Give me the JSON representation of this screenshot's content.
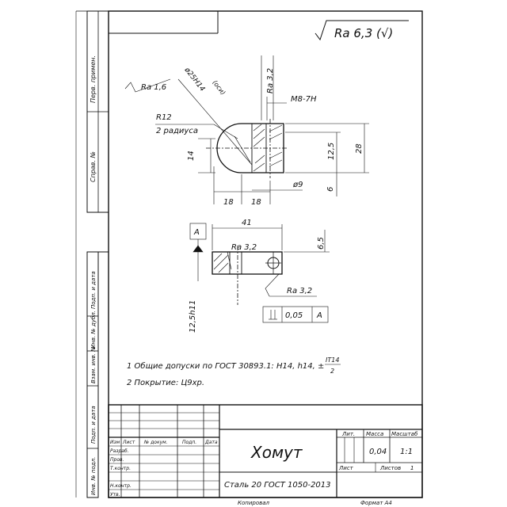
{
  "roughness_general": "Ra 6,3 (√)",
  "left_strip": {
    "perv_primen": "Перв. примен.",
    "sprav": "Справ. №",
    "podp_data_1": "Подп. и дата",
    "inv_dubl": "Инв. № дубл.",
    "vzam_inv": "Взам. инв. №",
    "podp_data_2": "Подп. и дата",
    "inv_podl": "Инв. № подл."
  },
  "dims": {
    "dia25": "ø25H14",
    "dia25_sub": "(оси)",
    "ra16": "Ra 1,6",
    "ra32_a": "Ra 3,2",
    "m8": "M8-7H",
    "r12": "R12",
    "r12_sub": "2 радиуса",
    "d14": "14",
    "d125": "12,5",
    "d28": "28",
    "d18a": "18",
    "d18b": "18",
    "d9": "ø9",
    "d6": "6",
    "d41": "41",
    "base_a": "A",
    "ra32_b": "Ra 3,2",
    "d65": "6,5",
    "ra32_c": "Ra 3,2",
    "d125h": "12,5h11",
    "tol_val": "0,05",
    "tol_base": "A"
  },
  "notes": {
    "n1": "1 Общие допуски по ГОСТ 30893.1: H14, h14, ±",
    "n1_num": "IT14",
    "n1_den": "2",
    "n2": "2 Покрытие: Ц9хр."
  },
  "title_block": {
    "izm": "Изм",
    "list": "Лист",
    "ndok": "№ докум.",
    "podp": "Подп.",
    "data": "Дата",
    "razrab": "Разраб.",
    "prov": "Пров.",
    "tkontr": "Т.контр.",
    "nkontr": "Н.контр.",
    "utv": "Утв.",
    "name": "Хомут",
    "material": "Сталь 20 ГОСТ 1050-2013",
    "lit_h": "Лит.",
    "massa_h": "Масса",
    "masshtab_h": "Масштаб",
    "massa": "0,04",
    "masshtab": "1:1",
    "list_label": "Лист",
    "listov_label": "Листов",
    "listov": "1",
    "kopiroval": "Копировал",
    "format": "Формат А4"
  }
}
